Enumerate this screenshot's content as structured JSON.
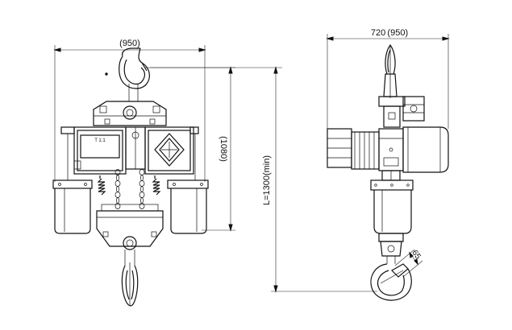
{
  "front_view": {
    "width_label": "(950)",
    "height_label": "(1080)",
    "nameplate_text": "T 1:1"
  },
  "side_view": {
    "width_label": "720 (950)",
    "lift_label": "L=1300(min)",
    "hook_label": "65"
  }
}
